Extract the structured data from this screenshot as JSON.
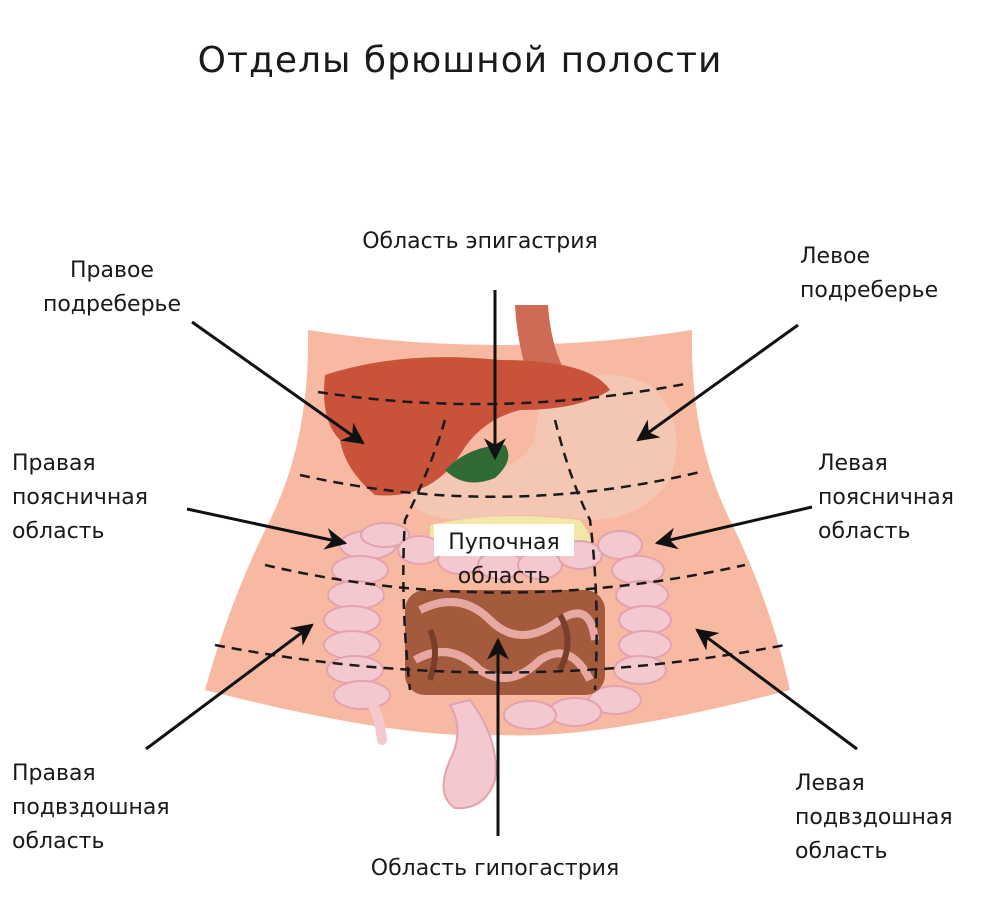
{
  "title": "Отделы брюшной полости",
  "regions": {
    "right_hypochondrium": "Правое\nподреберье",
    "epigastric": "Область эпигастрия",
    "left_hypochondrium": "Левое\nподреберье",
    "right_lumbar": "Правая\nпоясничная\nобласть",
    "umbilical": "Пупочная\nобласть",
    "left_lumbar": "Левая\nпоясничная\nобласть",
    "right_iliac": "Правая\nподвздошная\nобласть",
    "hypogastric": "Область гипогастрия",
    "left_iliac": "Левая\nподвздошная\nобласть"
  },
  "colors": {
    "skin": "#f7b9a1",
    "liver": "#c9523a",
    "stomach": "#f3c7b3",
    "colon": "#f4c8cf",
    "small_intestine": "#a45a3c",
    "gallbladder": "#2f6b35",
    "fat": "#f2e7a5",
    "arrow": "#111111"
  }
}
